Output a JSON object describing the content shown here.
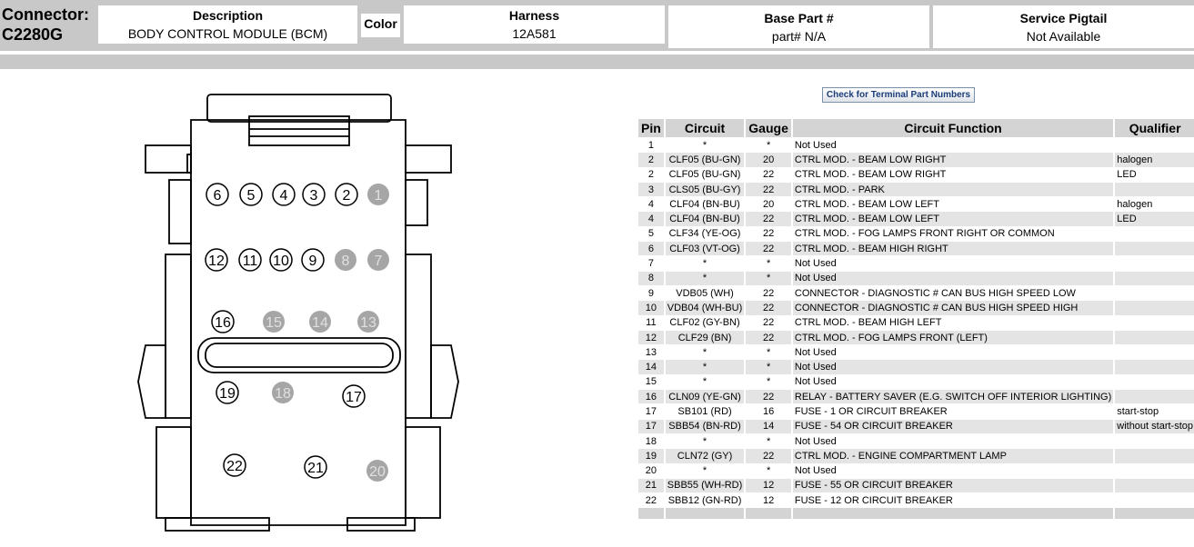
{
  "header": {
    "connector_label": "Connector:",
    "connector_id": "C2280G",
    "description_title": "Description",
    "description_value": "BODY CONTROL MODULE (BCM)",
    "color_title": "Color",
    "harness_title": "Harness",
    "harness_value": "12A581",
    "base_part_title": "Base Part #",
    "base_part_value": "part# N/A",
    "service_pigtail_title": "Service Pigtail",
    "service_pigtail_value": "Not Available"
  },
  "check_button_label": "Check for Terminal Part Numbers",
  "table": {
    "headers": [
      "Pin",
      "Circuit",
      "Gauge",
      "Circuit Function",
      "Qualifier"
    ],
    "rows": [
      [
        "1",
        "*",
        "*",
        "Not Used",
        ""
      ],
      [
        "2",
        "CLF05 (BU-GN)",
        "20",
        "CTRL MOD. - BEAM LOW RIGHT",
        "halogen"
      ],
      [
        "2",
        "CLF05 (BU-GN)",
        "22",
        "CTRL MOD. - BEAM LOW RIGHT",
        "LED"
      ],
      [
        "3",
        "CLS05 (BU-GY)",
        "22",
        "CTRL MOD. - PARK",
        ""
      ],
      [
        "4",
        "CLF04 (BN-BU)",
        "20",
        "CTRL MOD. - BEAM LOW LEFT",
        "halogen"
      ],
      [
        "4",
        "CLF04 (BN-BU)",
        "22",
        "CTRL MOD. - BEAM LOW LEFT",
        "LED"
      ],
      [
        "5",
        "CLF34 (YE-OG)",
        "22",
        "CTRL MOD. - FOG LAMPS FRONT RIGHT OR COMMON",
        ""
      ],
      [
        "6",
        "CLF03 (VT-OG)",
        "22",
        "CTRL MOD. - BEAM HIGH RIGHT",
        ""
      ],
      [
        "7",
        "*",
        "*",
        "Not Used",
        ""
      ],
      [
        "8",
        "*",
        "*",
        "Not Used",
        ""
      ],
      [
        "9",
        "VDB05 (WH)",
        "22",
        "CONNECTOR - DIAGNOSTIC # CAN BUS HIGH SPEED LOW",
        ""
      ],
      [
        "10",
        "VDB04 (WH-BU)",
        "22",
        "CONNECTOR - DIAGNOSTIC # CAN BUS HIGH SPEED HIGH",
        ""
      ],
      [
        "11",
        "CLF02 (GY-BN)",
        "22",
        "CTRL MOD. - BEAM HIGH LEFT",
        ""
      ],
      [
        "12",
        "CLF29 (BN)",
        "22",
        "CTRL MOD. - FOG LAMPS FRONT (LEFT)",
        ""
      ],
      [
        "13",
        "*",
        "*",
        "Not Used",
        ""
      ],
      [
        "14",
        "*",
        "*",
        "Not Used",
        ""
      ],
      [
        "15",
        "*",
        "*",
        "Not Used",
        ""
      ],
      [
        "16",
        "CLN09 (YE-GN)",
        "22",
        "RELAY - BATTERY SAVER (E.G. SWITCH OFF INTERIOR LIGHTING)",
        ""
      ],
      [
        "17",
        "SB101 (RD)",
        "16",
        "FUSE - 1 OR CIRCUIT BREAKER",
        "start-stop"
      ],
      [
        "17",
        "SBB54 (BN-RD)",
        "14",
        "FUSE - 54 OR CIRCUIT BREAKER",
        "without start-stop"
      ],
      [
        "18",
        "*",
        "*",
        "Not Used",
        ""
      ],
      [
        "19",
        "CLN72 (GY)",
        "22",
        "CTRL MOD. - ENGINE COMPARTMENT LAMP",
        ""
      ],
      [
        "20",
        "*",
        "*",
        "Not Used",
        ""
      ],
      [
        "21",
        "SBB55 (WH-RD)",
        "12",
        "FUSE - 55 OR CIRCUIT BREAKER",
        ""
      ],
      [
        "22",
        "SBB12 (GN-RD)",
        "12",
        "FUSE - 12 OR CIRCUIT BREAKER",
        ""
      ]
    ]
  },
  "diagram": {
    "unused_fill": "#a6a6a6",
    "used_fill": "#ffffff",
    "pins": [
      {
        "label": "6",
        "used": true
      },
      {
        "label": "5",
        "used": true
      },
      {
        "label": "4",
        "used": true
      },
      {
        "label": "3",
        "used": true
      },
      {
        "label": "2",
        "used": true
      },
      {
        "label": "1",
        "used": false
      },
      {
        "label": "12",
        "used": true
      },
      {
        "label": "11",
        "used": true
      },
      {
        "label": "10",
        "used": true
      },
      {
        "label": "9",
        "used": true
      },
      {
        "label": "8",
        "used": false
      },
      {
        "label": "7",
        "used": false
      },
      {
        "label": "16",
        "used": true
      },
      {
        "label": "15",
        "used": false
      },
      {
        "label": "14",
        "used": false
      },
      {
        "label": "13",
        "used": false
      },
      {
        "label": "19",
        "used": true
      },
      {
        "label": "18",
        "used": false
      },
      {
        "label": "17",
        "used": true
      },
      {
        "label": "22",
        "used": true
      },
      {
        "label": "21",
        "used": true
      },
      {
        "label": "20",
        "used": false
      }
    ]
  }
}
